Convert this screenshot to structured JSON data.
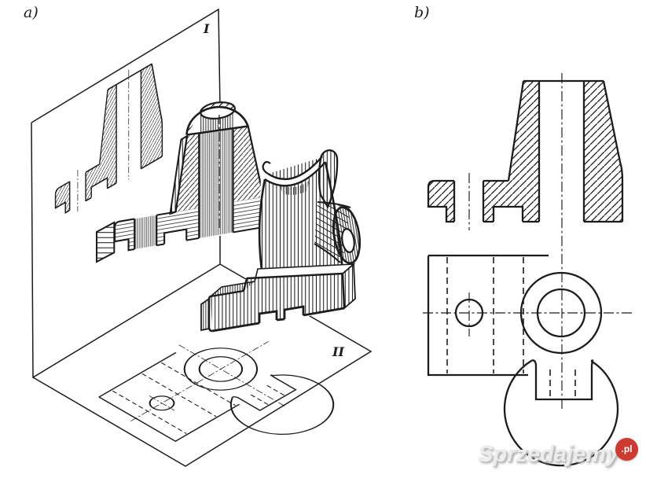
{
  "figure": {
    "panel_a_label": "a)",
    "panel_b_label": "b)",
    "cutting_plane_1_label": "I",
    "cutting_plane_2_label": "II"
  },
  "colors": {
    "ink": "#1c1c1c",
    "background": "#ffffff",
    "watermark_badge": "#cf3a30",
    "watermark_text": "#ececec"
  },
  "watermark": {
    "text": "Sprzedajemy",
    "tld": ".pl"
  }
}
